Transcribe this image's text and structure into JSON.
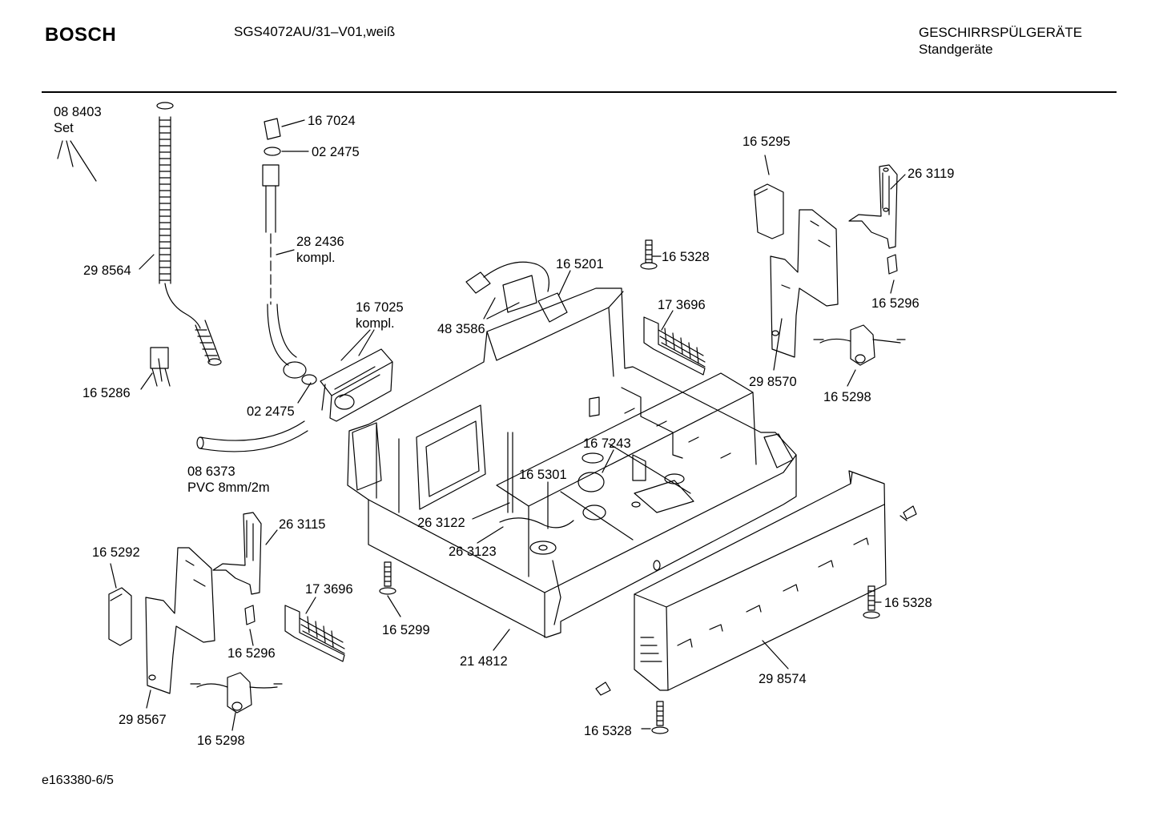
{
  "header": {
    "brand": "BOSCH",
    "model": "SGS4072AU/31–V01,weiß",
    "category_line1": "GESCHIRRSPÜLGERÄTE",
    "category_line2": "Standgeräte"
  },
  "footer": {
    "code": "e163380-6/5"
  },
  "parts": [
    {
      "id": "p1",
      "lines": [
        "08 8403",
        "Set"
      ]
    },
    {
      "id": "p2",
      "lines": [
        "29 8564"
      ]
    },
    {
      "id": "p3",
      "lines": [
        "16 5286"
      ]
    },
    {
      "id": "p4",
      "lines": [
        "16 7024"
      ]
    },
    {
      "id": "p5",
      "lines": [
        "02 2475"
      ]
    },
    {
      "id": "p6",
      "lines": [
        "28 2436",
        "kompl."
      ]
    },
    {
      "id": "p7",
      "lines": [
        "16 7025",
        "kompl."
      ]
    },
    {
      "id": "p8",
      "lines": [
        "02 2475"
      ]
    },
    {
      "id": "p9",
      "lines": [
        "08 6373",
        "PVC 8mm/2m"
      ]
    },
    {
      "id": "p10",
      "lines": [
        "48 3586"
      ]
    },
    {
      "id": "p11",
      "lines": [
        "16 5201"
      ]
    },
    {
      "id": "p12",
      "lines": [
        "16 5328"
      ]
    },
    {
      "id": "p13",
      "lines": [
        "17 3696"
      ]
    },
    {
      "id": "p14",
      "lines": [
        "16 5295"
      ]
    },
    {
      "id": "p15",
      "lines": [
        "26 3119"
      ]
    },
    {
      "id": "p16",
      "lines": [
        "16 5296"
      ]
    },
    {
      "id": "p17",
      "lines": [
        "29 8570"
      ]
    },
    {
      "id": "p18",
      "lines": [
        "16 5298"
      ]
    },
    {
      "id": "p19",
      "lines": [
        "16 7243"
      ]
    },
    {
      "id": "p20",
      "lines": [
        "16 5301"
      ]
    },
    {
      "id": "p21",
      "lines": [
        "26 3122"
      ]
    },
    {
      "id": "p22",
      "lines": [
        "26 3123"
      ]
    },
    {
      "id": "p23",
      "lines": [
        "26 3115"
      ]
    },
    {
      "id": "p24",
      "lines": [
        "16 5292"
      ]
    },
    {
      "id": "p25",
      "lines": [
        "17 3696"
      ]
    },
    {
      "id": "p26",
      "lines": [
        "16 5296"
      ]
    },
    {
      "id": "p27",
      "lines": [
        "29 8567"
      ]
    },
    {
      "id": "p28",
      "lines": [
        "16 5298"
      ]
    },
    {
      "id": "p29",
      "lines": [
        "16 5299"
      ]
    },
    {
      "id": "p30",
      "lines": [
        "21 4812"
      ]
    },
    {
      "id": "p31",
      "lines": [
        "16 5328"
      ]
    },
    {
      "id": "p32",
      "lines": [
        "29 8574"
      ]
    },
    {
      "id": "p33",
      "lines": [
        "16 5328"
      ]
    }
  ]
}
